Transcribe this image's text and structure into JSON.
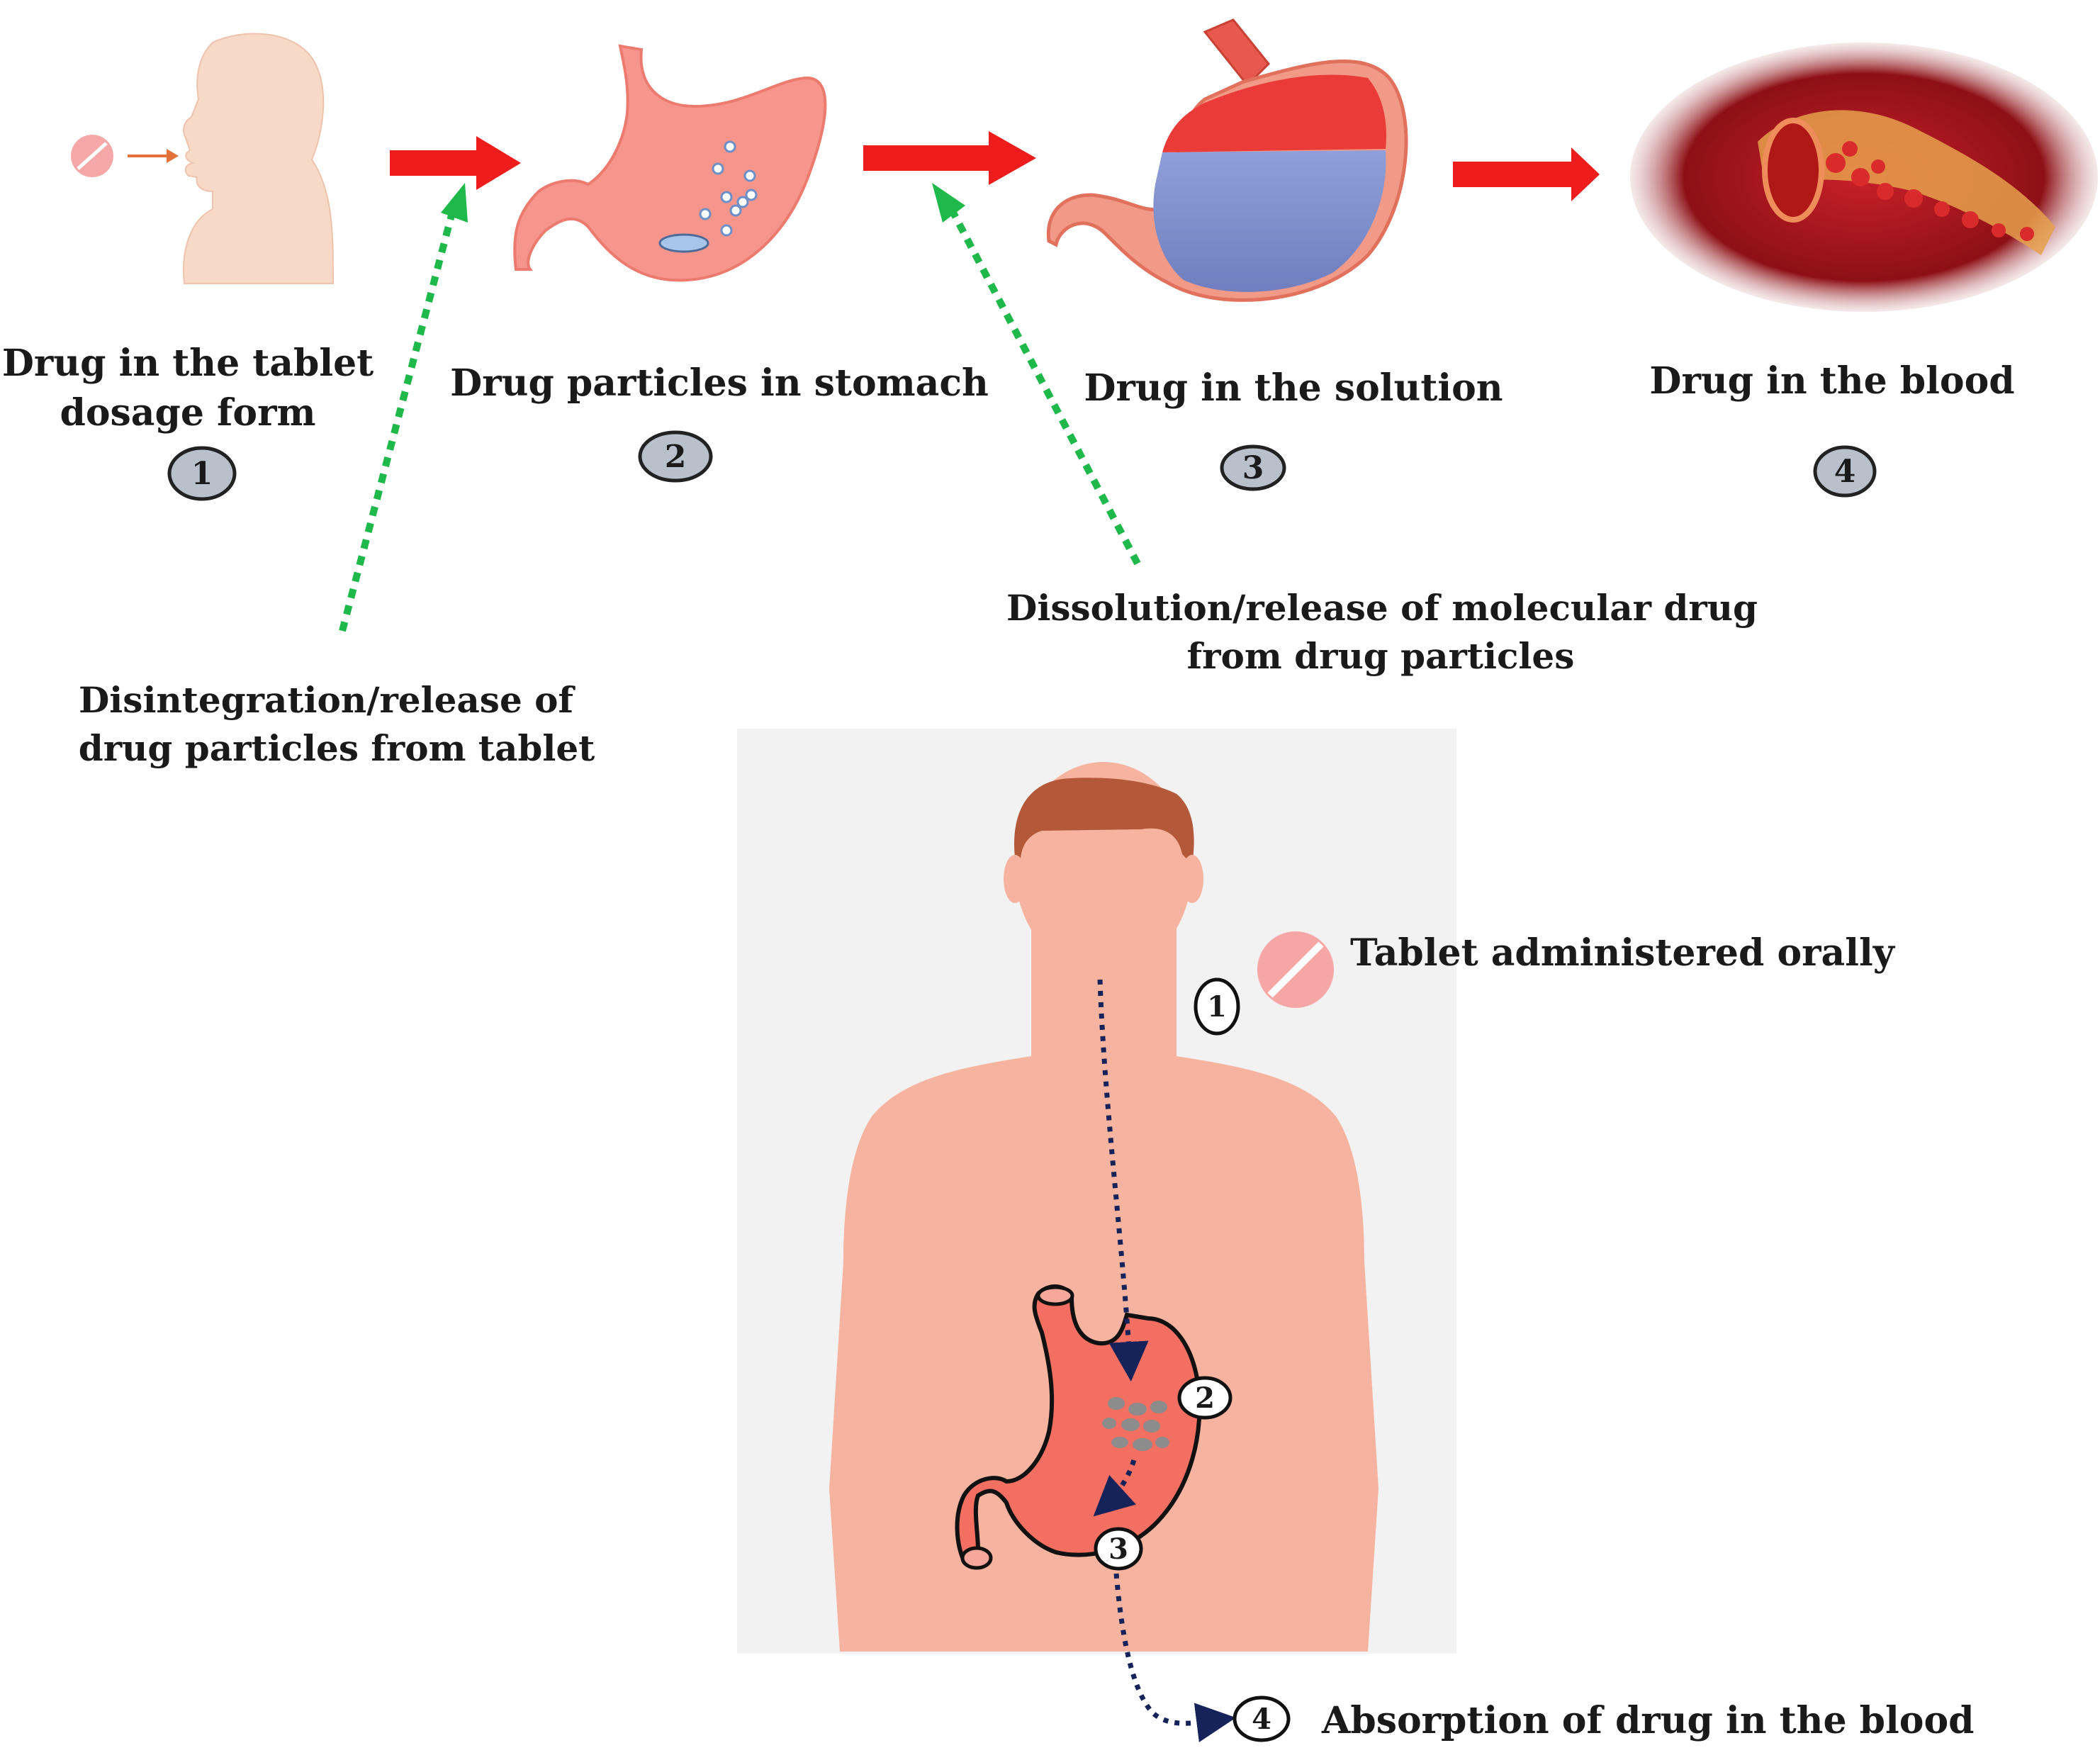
{
  "steps": [
    {
      "number": "1",
      "label_lines": [
        "Drug in the tablet",
        "dosage form"
      ]
    },
    {
      "number": "2",
      "label_lines": [
        "Drug particles in stomach"
      ]
    },
    {
      "number": "3",
      "label_lines": [
        "Drug in the solution"
      ]
    },
    {
      "number": "4",
      "label_lines": [
        "Drug in the blood"
      ]
    }
  ],
  "processes": {
    "disintegration": {
      "lines": [
        "Disintegration/release of",
        "drug particles from tablet"
      ]
    },
    "dissolution": {
      "lines": [
        "Dissolution/release of molecular drug",
        "from drug particles"
      ]
    }
  },
  "body_diagram": {
    "tablet_label": "Tablet administered orally",
    "absorption_label": "Absorption of drug in the blood",
    "markers": [
      "1",
      "2",
      "3",
      "4"
    ]
  },
  "colors": {
    "flow_arrow": "#ee1c1c",
    "process_arrow": "#1fb84a",
    "pathway_arrow": "#16235a",
    "step_badge": "#b8c0cc",
    "skin": "#f6b4a0",
    "hair": "#b4583a",
    "stomach": "#f26f62",
    "tablet": "#f7a6a6"
  }
}
